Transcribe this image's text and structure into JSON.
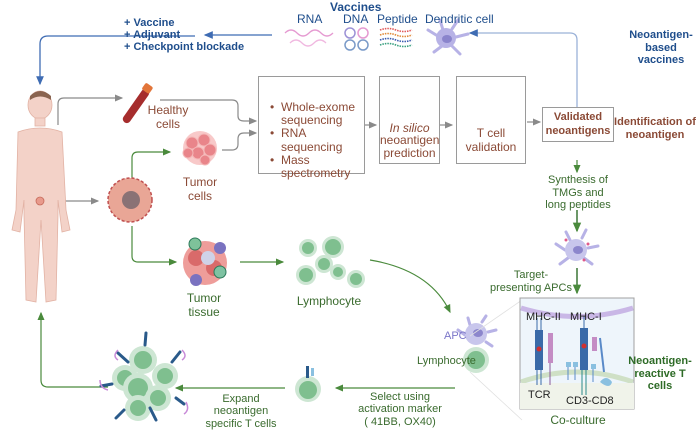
{
  "vaccines": {
    "title": "Vaccines",
    "types": [
      "RNA",
      "DNA",
      "Peptide",
      "Dendritic cell"
    ]
  },
  "treatment": [
    "+ Vaccine",
    "+ Adjuvant",
    "+ Checkpoint blockade"
  ],
  "side_labels": {
    "vaccines": "Neoantigen-\nbased vaccines",
    "identification": "Identification of\nneoantigen",
    "reactive": "Neoantigen-\nreactive T cells"
  },
  "samples": {
    "healthy": "Healthy\ncells",
    "tumor_cells": "Tumor\ncells",
    "tumor_tissue": "Tumor\ntissue",
    "lymphocyte": "Lymphocyte"
  },
  "sequencing_box": {
    "items": [
      "Whole-exome\nsequencing",
      "RNA sequencing",
      "Mass\nspectrometry"
    ]
  },
  "prediction_box": {
    "italic": "In silico",
    "rest": "neoantigen\nprediction"
  },
  "validation_box": "T cell\nvalidation",
  "validated_box": "Validated\nneoantigens",
  "synthesis": "Synthesis of\nTMGs and\nlong peptides",
  "target_apc": "Target-\npresenting APCs",
  "coculture": {
    "label": "Co-culture",
    "mhc2": "MHC-II",
    "mhc1": "MHC-I",
    "tcr": "TCR",
    "cd3cd8": "CD3-CD8",
    "apc": "APC",
    "lymphocyte": "Lymphocyte"
  },
  "select": "Select using\nactivation marker\n( 41BB, OX40)",
  "expand": "Expand\nneoantigen\nspecific T cells",
  "colors": {
    "blue": "#1f4e8c",
    "brown": "#8b4a36",
    "green": "#3a6b2e",
    "gray_arrow": "#8a8a8a",
    "purple": "#7a75c8"
  }
}
